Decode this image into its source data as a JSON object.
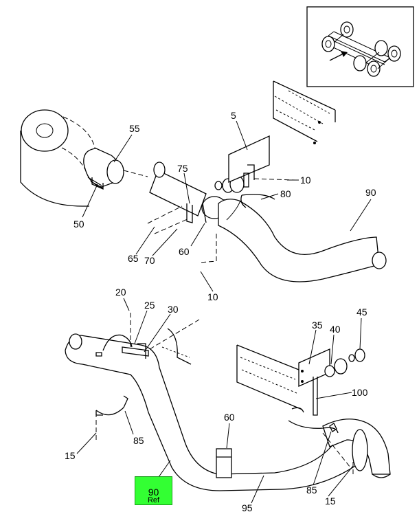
{
  "diagram": {
    "callouts": {
      "c5": "5",
      "c10a": "10",
      "c10b": "10",
      "c15a": "15",
      "c15b": "15",
      "c20": "20",
      "c25": "25",
      "c30": "30",
      "c35": "35",
      "c40": "40",
      "c45": "45",
      "c50": "50",
      "c55": "55",
      "c60a": "60",
      "c60b": "60",
      "c65": "65",
      "c70": "70",
      "c75": "75",
      "c80": "80",
      "c85a": "85",
      "c85b": "85",
      "c90": "90",
      "c95": "95",
      "c100": "100"
    },
    "highlight": {
      "number": "90",
      "suffix": "Ref",
      "color": "#33ff33"
    }
  }
}
